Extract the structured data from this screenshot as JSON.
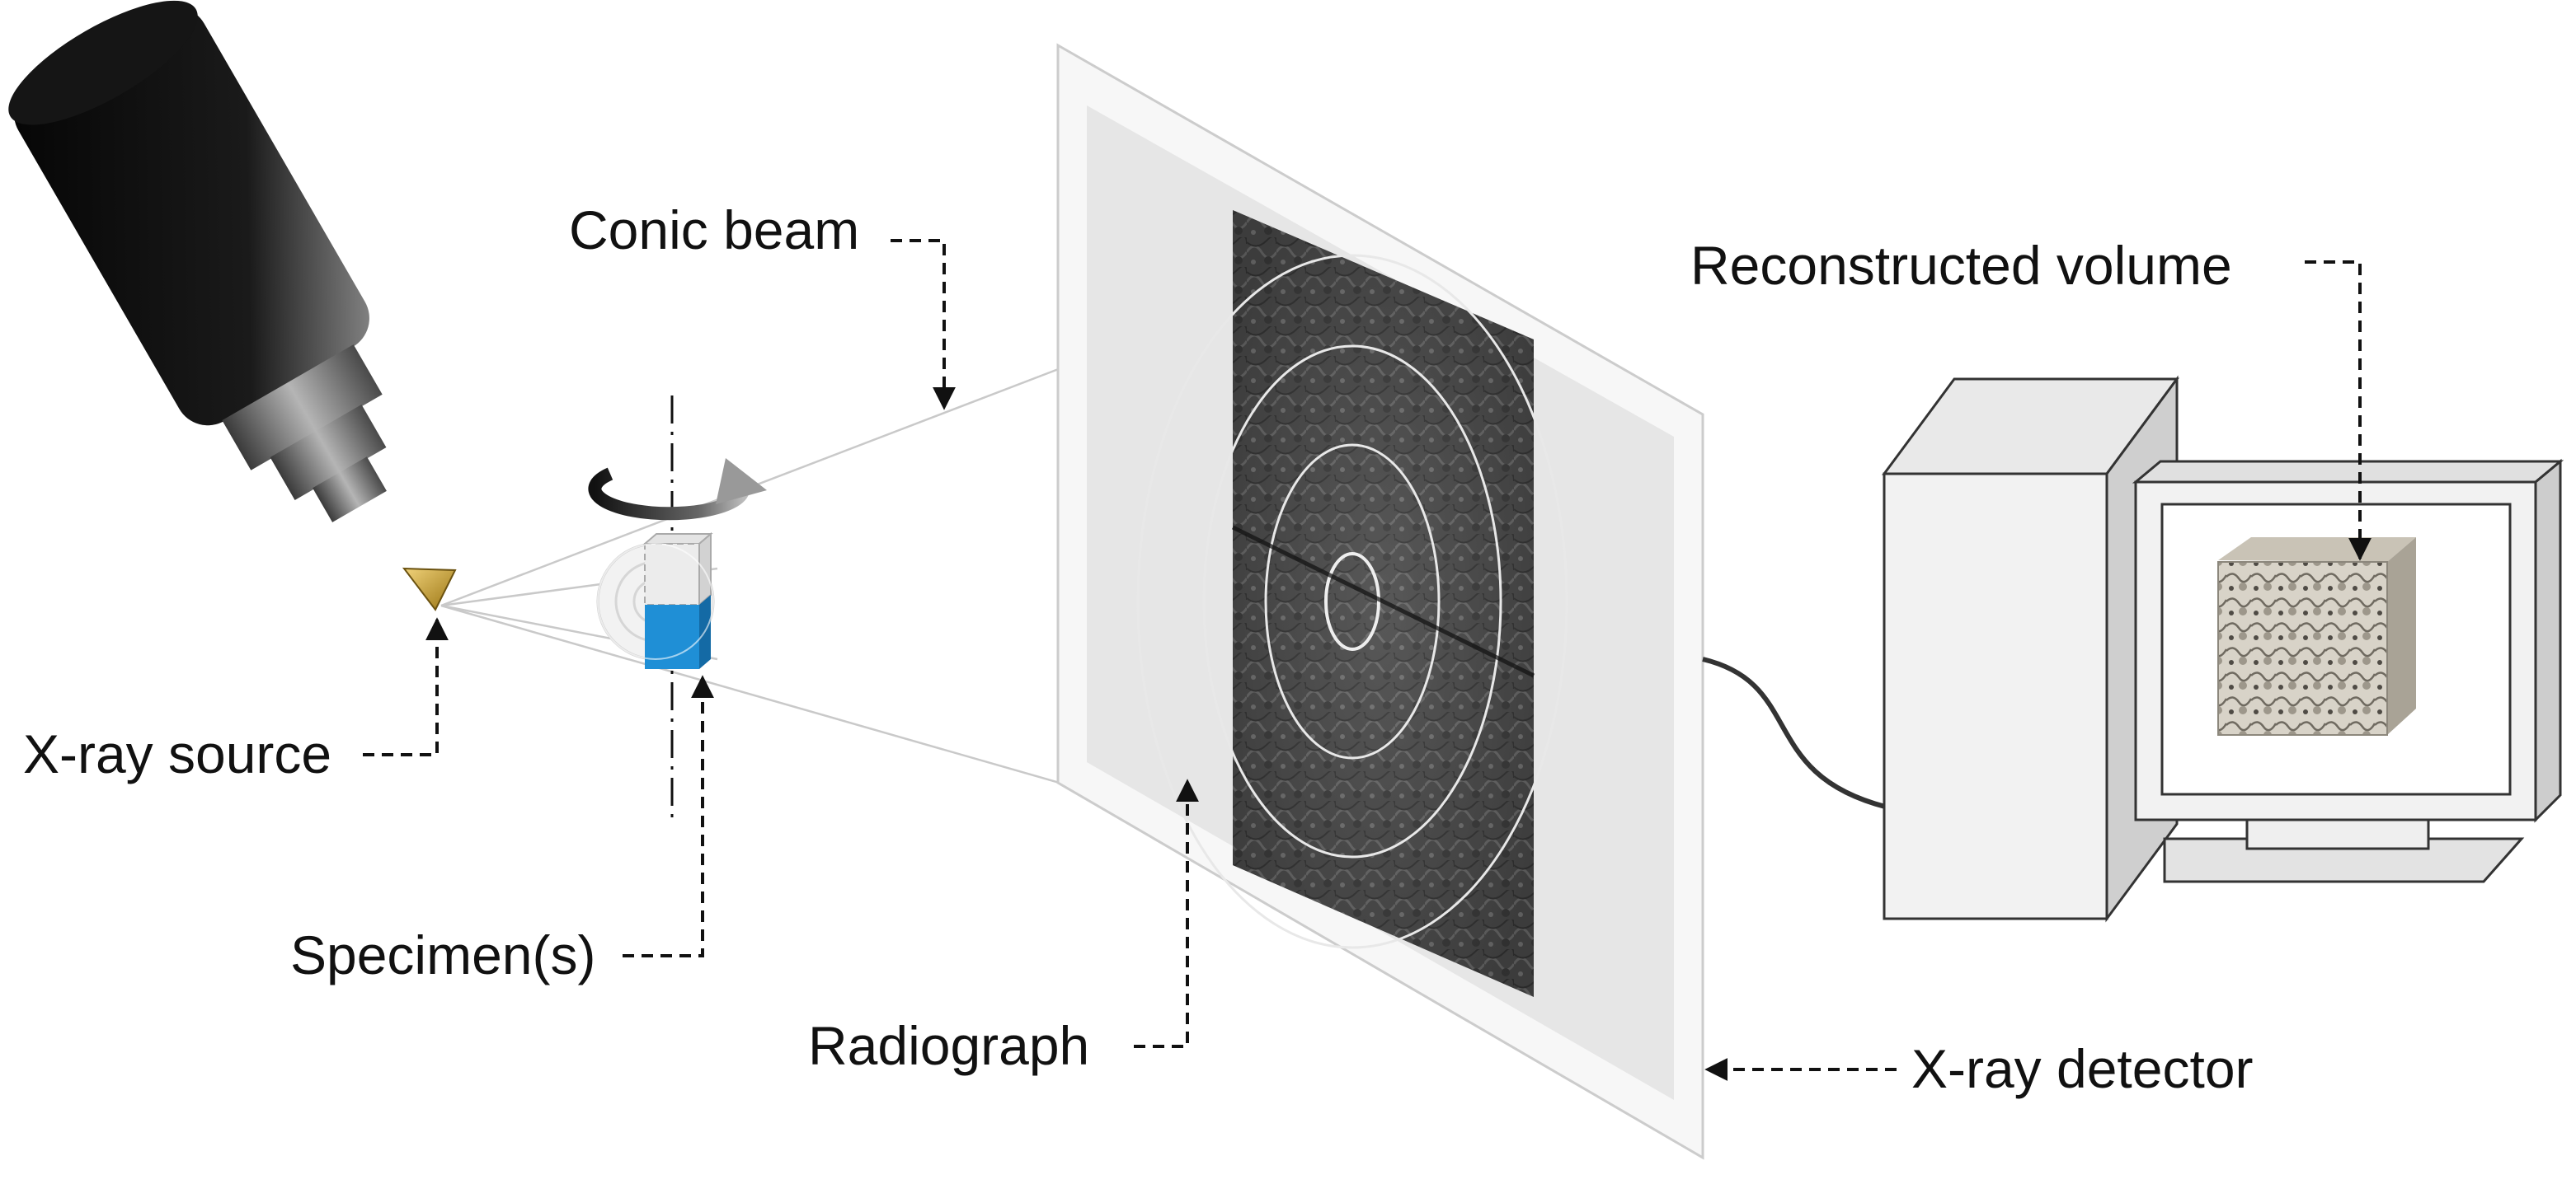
{
  "labels": {
    "xray_source": "X-ray source",
    "specimen": "Specimen(s)",
    "conic_beam": "Conic beam",
    "radiograph": "Radiograph",
    "xray_detector": "X-ray detector",
    "reconstructed_volume": "Reconstructed volume"
  },
  "colors": {
    "source_body": "#0a0a0a",
    "source_tip": "#c8a23a",
    "specimen": "#1f8fd6",
    "detector": "#f4f4f4",
    "computer": "#efefef",
    "leader": "#111111"
  }
}
